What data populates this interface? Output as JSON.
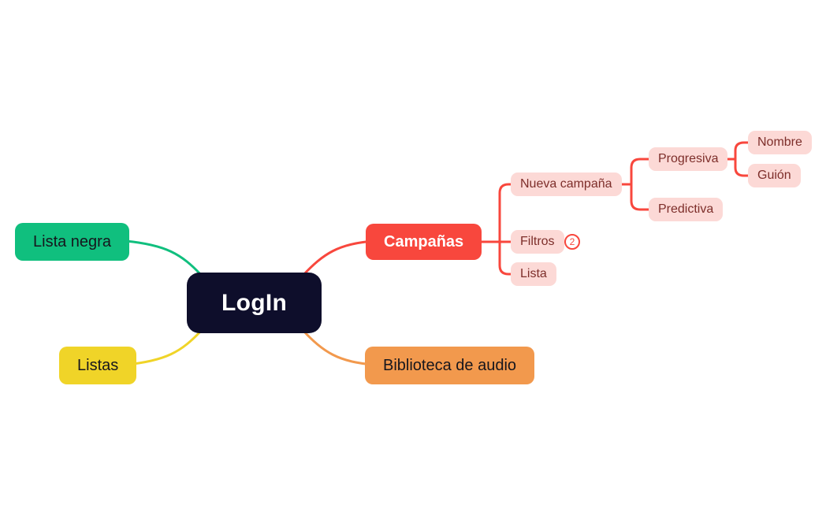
{
  "colors": {
    "canvas": "#FFFFFF",
    "navy": "#0E0E2B",
    "green": "#10BF7E",
    "yellow": "#F0D428",
    "red": "#F8473D",
    "orange": "#F2994D",
    "pink": "#FCD9D6",
    "pink-text": "#7D2E2A"
  },
  "mindmap": {
    "type": "mindmap",
    "nodes": {
      "login": {
        "label": "LogIn"
      },
      "lista_negra": {
        "label": "Lista negra"
      },
      "listas": {
        "label": "Listas"
      },
      "campanas": {
        "label": "Campañas"
      },
      "biblioteca": {
        "label": "Biblioteca de audio"
      },
      "nueva_campana": {
        "label": "Nueva campaña"
      },
      "filtros": {
        "label": "Filtros",
        "badge": "2"
      },
      "lista": {
        "label": "Lista"
      },
      "progresiva": {
        "label": "Progresiva"
      },
      "predictiva": {
        "label": "Predictiva"
      },
      "nombre": {
        "label": "Nombre"
      },
      "guion": {
        "label": "Guión"
      }
    },
    "edges": [
      {
        "from": "LogIn",
        "to": "Lista negra",
        "color": "#10BF7E"
      },
      {
        "from": "LogIn",
        "to": "Listas",
        "color": "#F0D428"
      },
      {
        "from": "LogIn",
        "to": "Campañas",
        "color": "#F8473D"
      },
      {
        "from": "LogIn",
        "to": "Biblioteca de audio",
        "color": "#F2994D"
      },
      {
        "from": "Campañas",
        "to": "Nueva campaña",
        "color": "#F8473D"
      },
      {
        "from": "Campañas",
        "to": "Filtros",
        "color": "#F8473D"
      },
      {
        "from": "Campañas",
        "to": "Lista",
        "color": "#F8473D"
      },
      {
        "from": "Nueva campaña",
        "to": "Progresiva",
        "color": "#F8473D"
      },
      {
        "from": "Nueva campaña",
        "to": "Predictiva",
        "color": "#F8473D"
      },
      {
        "from": "Progresiva",
        "to": "Nombre",
        "color": "#F8473D"
      },
      {
        "from": "Progresiva",
        "to": "Guión",
        "color": "#F8473D"
      }
    ]
  }
}
